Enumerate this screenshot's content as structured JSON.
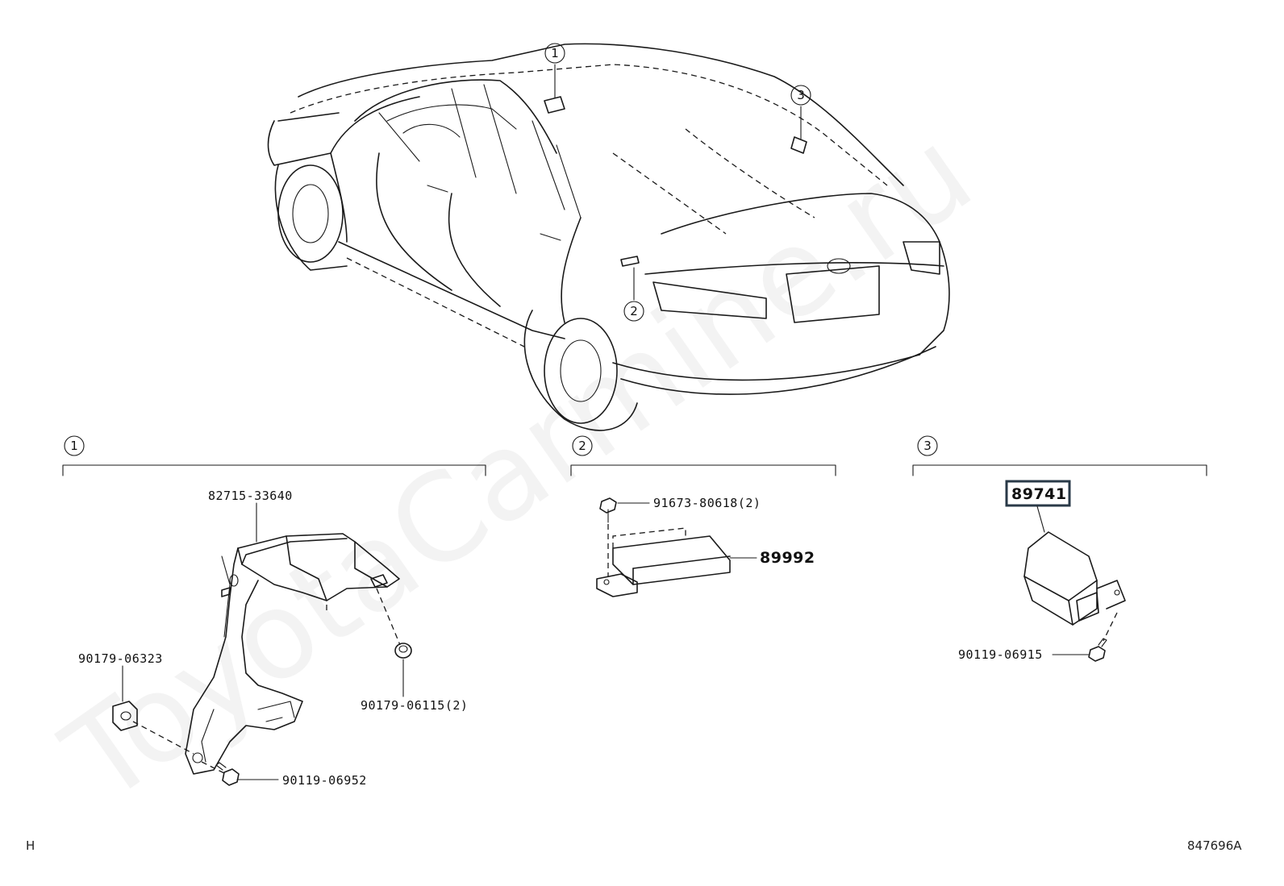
{
  "watermark": "ToyotaCarmine.ru",
  "callouts": {
    "c1": "1",
    "c2": "2",
    "c3": "3"
  },
  "sections": [
    {
      "id": "1",
      "label": "1"
    },
    {
      "id": "2",
      "label": "2"
    },
    {
      "id": "3",
      "label": "3"
    }
  ],
  "parts": {
    "bracket": "82715-33640",
    "nut_left": "90179-06323",
    "nut_clip": "90179-06115(2)",
    "bolt_left": "90119-06952",
    "bolt_sec2": "91673-80618(2)",
    "module_sec2": "89992",
    "module_sec3": "89741",
    "bolt_sec3": "90119-06915"
  },
  "footer": {
    "left_code": "H",
    "diagram_id": "847696A"
  }
}
